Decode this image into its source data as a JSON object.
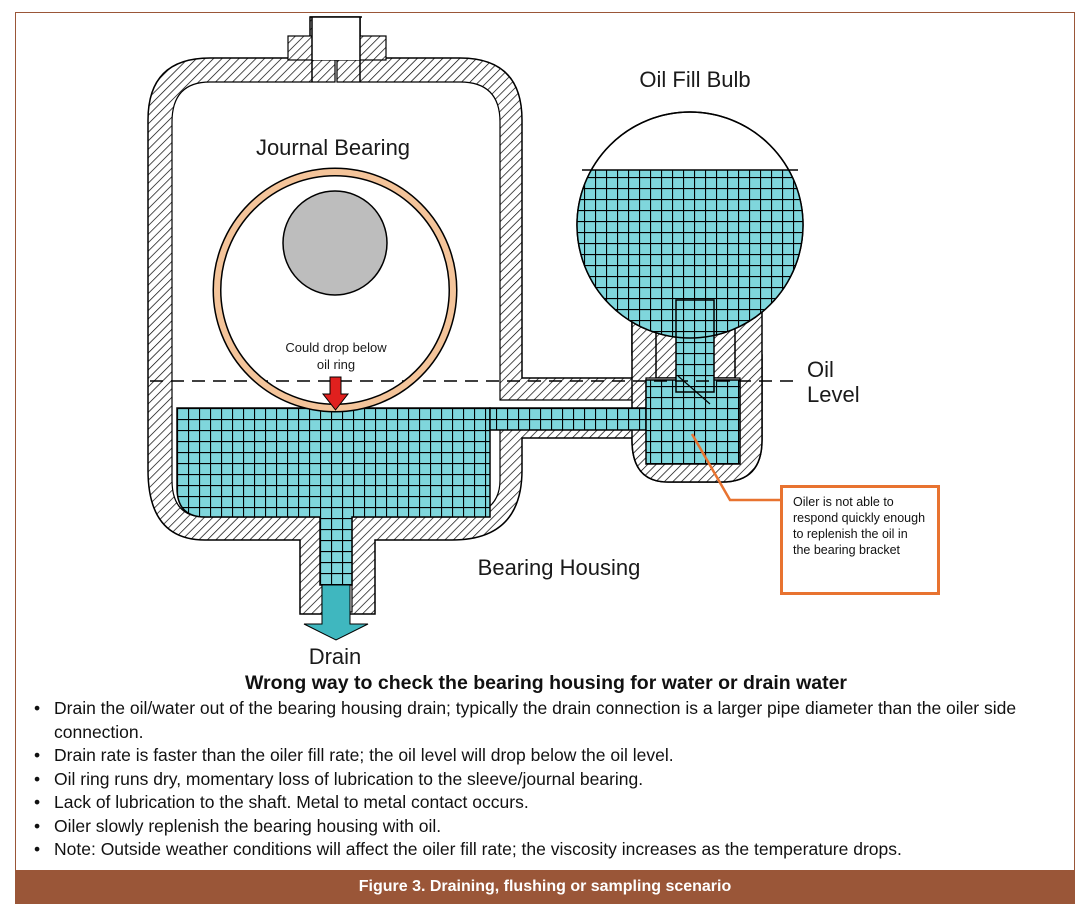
{
  "diagram": {
    "labels": {
      "oil_fill_bulb": "Oil Fill Bulb",
      "journal_bearing": "Journal Bearing",
      "could_drop_line1": "Could drop below",
      "could_drop_line2": "oil ring",
      "oil_level_line1": "Oil",
      "oil_level_line2": "Level",
      "bearing_housing": "Bearing Housing",
      "drain": "Drain",
      "callout": "Oiler is not able to respond quickly enough to replenish the oil in the bearing bracket"
    },
    "colors": {
      "oil": "#7fd6dc",
      "oil_grid": "#000000",
      "hatch": "#000000",
      "oil_ring": "#f4c49a",
      "shaft": "#bdbdbd",
      "arrow_red": "#e0201e",
      "callout_border": "#e87330",
      "drain_arrow": "#3fb7bf"
    }
  },
  "content": {
    "heading": "Wrong way to check the bearing housing for water or drain water",
    "bullets": [
      "Drain the oil/water out of the bearing housing drain; typically the drain connection is a larger pipe diameter than the oiler side connection.",
      "Drain rate is faster than the oiler fill rate; the oil level will drop below the oil level.",
      "Oil ring runs dry, momentary loss of lubrication to the sleeve/journal bearing.",
      "Lack of lubrication to the shaft. Metal to metal contact occurs.",
      "Oiler slowly replenish the bearing housing with oil.",
      "Note: Outside weather conditions will affect the oiler fill rate; the viscosity increases as the temperature drops."
    ]
  },
  "caption": "Figure 3. Draining, flushing or sampling scenario"
}
